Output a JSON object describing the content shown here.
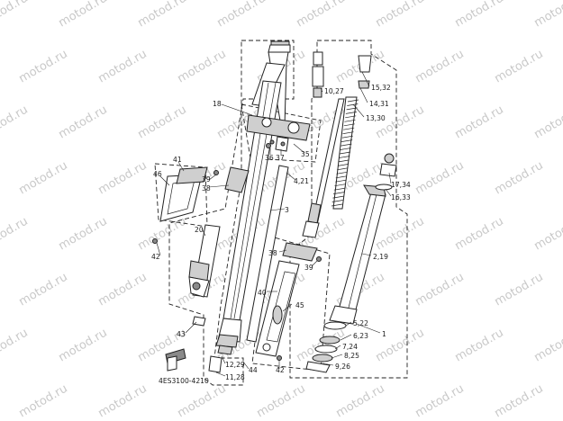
{
  "watermark": "motod.ru",
  "diagram_code": "4ES3100-4210",
  "callouts": {
    "c_10_27": "10,27",
    "c_15_32": "15,32",
    "c_14_31": "14,31",
    "c_13_30": "13,30",
    "c_18": "18",
    "c_36": "36",
    "c_37": "37",
    "c_35": "35",
    "c_46": "46",
    "c_41": "41",
    "c_39a": "39",
    "c_38a": "38",
    "c_4_21": "4,21",
    "c_17_34": "17,34",
    "c_16_33": "16,33",
    "c_20": "20",
    "c_3": "3",
    "c_42a": "42",
    "c_38b": "38",
    "c_39b": "39",
    "c_2_19": "2,19",
    "c_40": "40",
    "c_45": "45",
    "c_5_22": "5,22",
    "c_43": "43",
    "c_6_23": "6,23",
    "c_1": "1",
    "c_7_24": "7,24",
    "c_8_25": "8,25",
    "c_9_26": "9,26",
    "c_12_29": "12,29",
    "c_44": "44",
    "c_42b": "42",
    "c_11_28": "11,28"
  }
}
